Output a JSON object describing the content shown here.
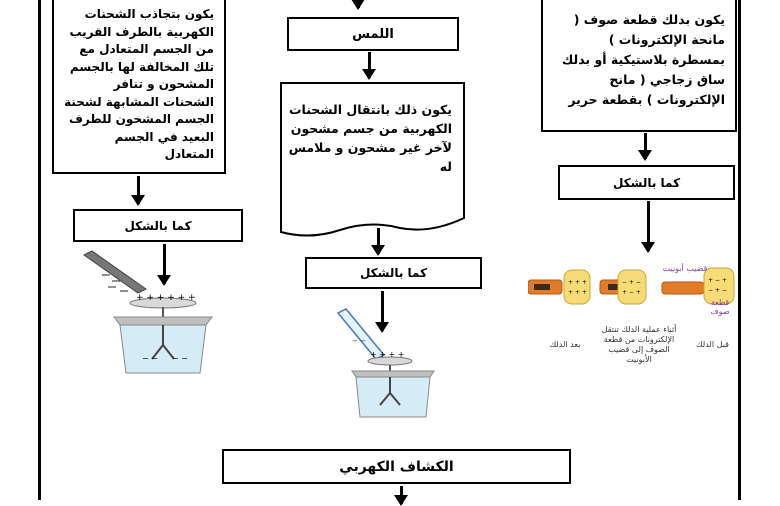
{
  "right_column": {
    "text_box": "يكون بدلك قطعة صوف ( مانحة الإلكترونات ) بمسطرة بلاستيكية أو بدلك ساق زجاجي ( مانح الإلكترونات ) بقطعة حرير",
    "label": "كما بالشكل",
    "figure_labels": {
      "after": "بعد الدلك",
      "during": "أثناء عملية الدلك تنتقل الإلكترونات من قطعة الصوف إلى قضيب الأبونيت",
      "before": "قبل الدلك",
      "rod": "قضيب أبونيت",
      "wool": "قطعة صوف"
    }
  },
  "middle_column": {
    "title": "اللمس",
    "text_box": "يكون ذلك بانتقال الشحنات الكهربية من جسم مشحون لآخر غير مشحون و ملامس له",
    "label": "كما بالشكل"
  },
  "left_column": {
    "text_box": "يكون بتجاذب الشحنات الكهربية بالطرف القريب من الجسم المتعادل مع تلك المخالفة لها بالجسم المشحون و تنافر الشحنات المشابهة لشحنة الجسم المشحون للطرف البعيد في الجسم المتعادل",
    "label": "كما بالشكل"
  },
  "bottom": {
    "title": "الكشاف الكهربي"
  }
}
